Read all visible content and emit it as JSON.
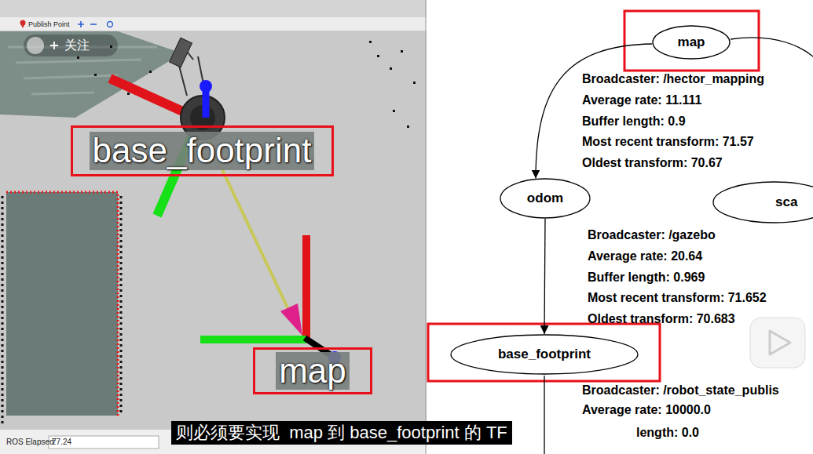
{
  "diagram": {
    "caption": "则必须要实现  map 到 base_footprint 的 TF",
    "nodes": [
      {
        "text": [
          "base_footprint"
        ]
      },
      {
        "text": [
          "map"
        ]
      },
      {
        "text": [
          "map"
        ]
      },
      {
        "text": [
          "odom"
        ]
      },
      {
        "text": [
          "sca"
        ]
      },
      {
        "text": [
          "base_footprint"
        ]
      }
    ],
    "edges": [
      {
        "from": 2,
        "to": 3,
        "arrow": "to"
      },
      {
        "from": 3,
        "to": 5,
        "arrow": "to"
      }
    ],
    "labels": [
      "Publish Point",
      "关注",
      "Broadcaster: /hector_mapping",
      "Average rate: 11.111",
      "Buffer length: 0.9",
      "Most recent transform: 71.57",
      "Oldest transform: 70.67",
      "Broadcaster: /gazebo",
      "Average rate: 20.64",
      "Buffer length: 0.969",
      "Most recent transform: 71.652",
      "Oldest transform: 70.683",
      "Broadcaster: /robot_state_publis",
      "Average rate: 10000.0",
      "length: 0.0",
      "ROS Elapsed:",
      "77.24"
    ]
  }
}
